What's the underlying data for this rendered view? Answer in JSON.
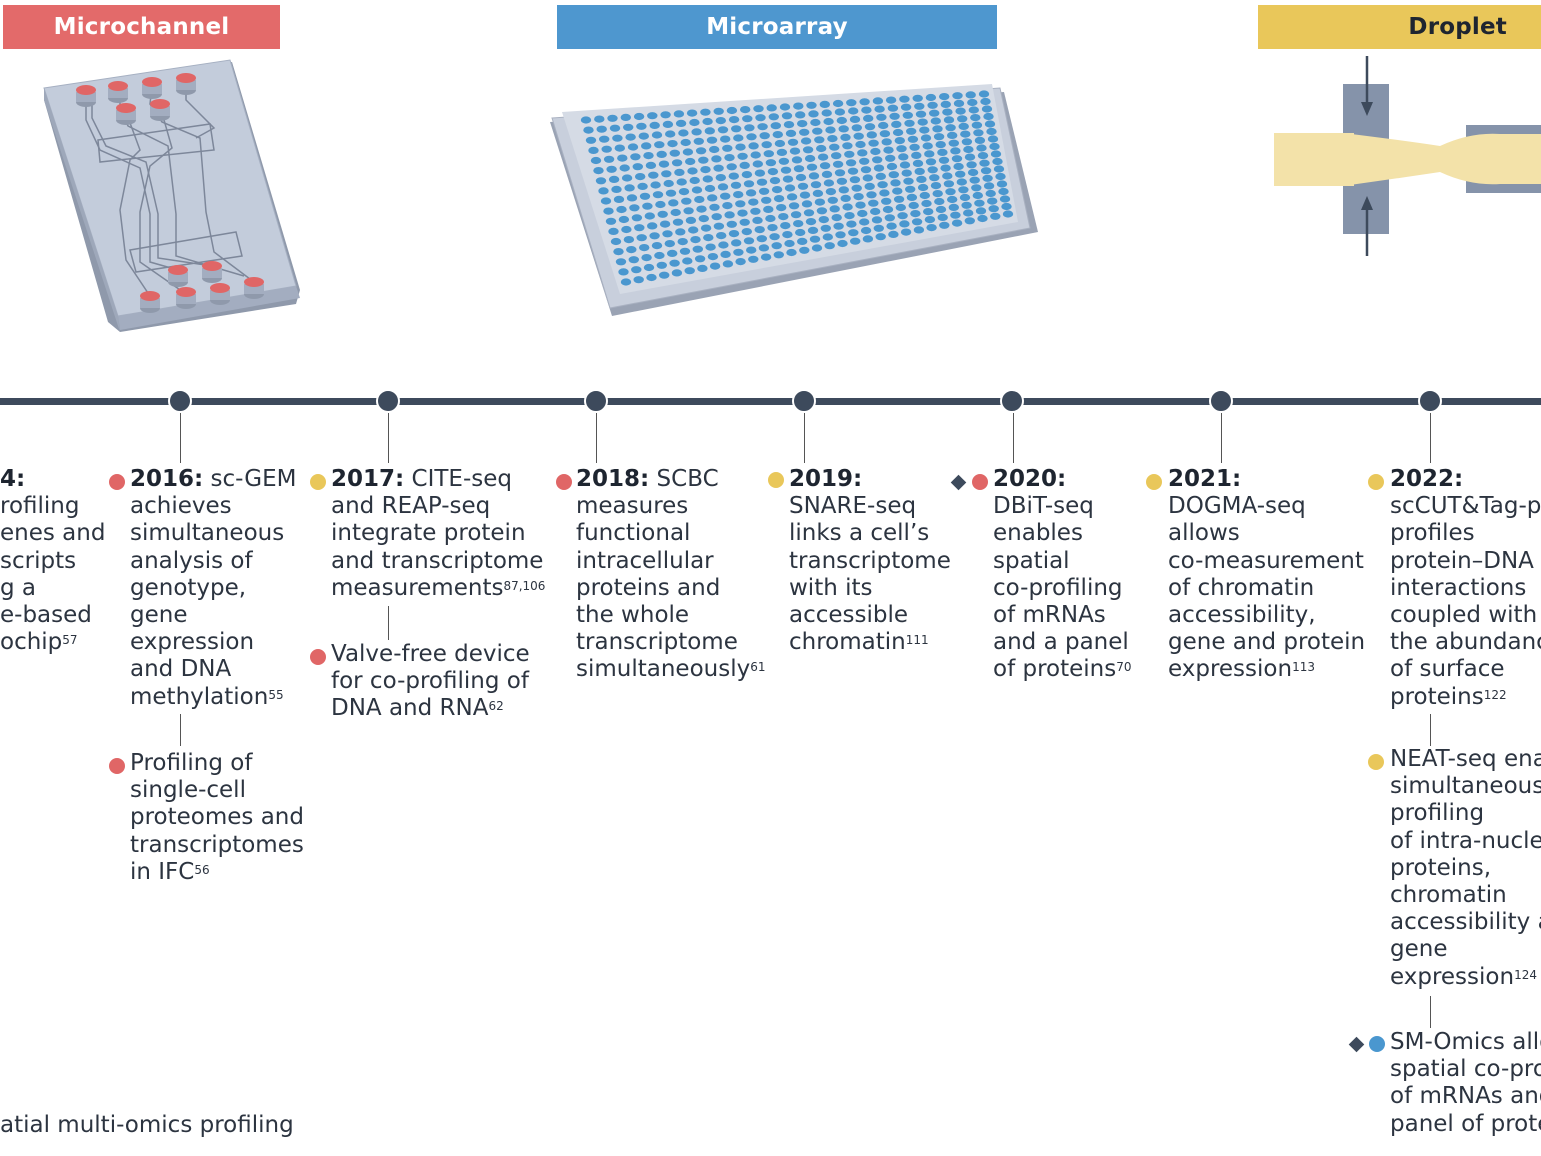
{
  "headers": {
    "microchannel": {
      "label": "Microchannel",
      "color": "#e36a6a"
    },
    "microarray": {
      "label": "Microarray",
      "color": "#4e97cf"
    },
    "droplet": {
      "label": "Droplet",
      "color": "#e9c75a"
    }
  },
  "colors": {
    "axis": "#3d4a5c",
    "chip": "#b9c3d3",
    "well_red": "#e06666",
    "well_blue": "#4a97cf",
    "droplet_channel": "#f3e2a9"
  },
  "events": {
    "e2014": {
      "year": "4:",
      "l1": "rofiling",
      "l2": "enes and",
      "l3": "scripts",
      "l4": "g a",
      "l5": "e-based",
      "l6": "ochip",
      "ref": "57"
    },
    "e2016": {
      "year": "2016:",
      "l1": " sc-GEM",
      "l2": "achieves",
      "l3": "simultaneous",
      "l4": "analysis of",
      "l5": "genotype,",
      "l6": "gene",
      "l7": "expression",
      "l8": "and DNA",
      "l9": "methylation",
      "ref": "55"
    },
    "e2016b": {
      "l1": "Profiling of",
      "l2": "single-cell",
      "l3": "proteomes and",
      "l4": "transcriptomes",
      "l5": "in IFC",
      "ref": "56"
    },
    "e2017": {
      "year": "2017:",
      "l1": " CITE-seq",
      "l2": "and REAP-seq",
      "l3": "integrate protein",
      "l4": "and transcriptome",
      "l5": "measurements",
      "ref": "87,106"
    },
    "e2017b": {
      "l1": "Valve-free device",
      "l2": "for co-profiling of",
      "l3": "DNA and RNA",
      "ref": "62"
    },
    "e2018": {
      "year": "2018:",
      "l1": " SCBC",
      "l2": "measures",
      "l3": "functional",
      "l4": "intracellular",
      "l5": "proteins and",
      "l6": "the whole",
      "l7": "transcriptome",
      "l8": "simultaneously",
      "ref": "61"
    },
    "e2019": {
      "year": "2019:",
      "l1": "SNARE-seq",
      "l2": "links a cell’s",
      "l3": "transcriptome",
      "l4": "with its",
      "l5": "accessible",
      "l6": "chromatin",
      "ref": "111"
    },
    "e2020": {
      "year": "2020:",
      "l1": "DBiT-seq",
      "l2": "enables",
      "l3": "spatial",
      "l4": "co-profiling",
      "l5": "of mRNAs",
      "l6": "and a panel",
      "l7": "of proteins",
      "ref": "70"
    },
    "e2021": {
      "year": "2021:",
      "l1": "DOGMA-seq",
      "l2": "allows",
      "l3": "co-measurement",
      "l4": "of chromatin",
      "l5": "accessibility,",
      "l6": "gene and protein",
      "l7": "expression",
      "ref": "113"
    },
    "e2022": {
      "year": "2022:",
      "l1": "scCUT&Tag-pr",
      "l2": "profiles",
      "l3": "protein–DNA",
      "l4": "interactions",
      "l5": "coupled with",
      "l6": "the abundanc",
      "l7": "of surface",
      "l8": "proteins",
      "ref": "122"
    },
    "e2022b": {
      "l1": "NEAT-seq enab",
      "l2": "simultaneous",
      "l3": "profiling",
      "l4": "of intra-nuclea",
      "l5": "proteins,",
      "l6": "chromatin",
      "l7": "accessibility a",
      "l8": "gene",
      "l9": "expression",
      "ref": "124"
    },
    "e2022c": {
      "l1": "SM-Omics allo",
      "l2": "spatial co-prof",
      "l3": "of mRNAs and",
      "l4": "panel of prote"
    }
  },
  "caption": "atial multi-omics profiling"
}
